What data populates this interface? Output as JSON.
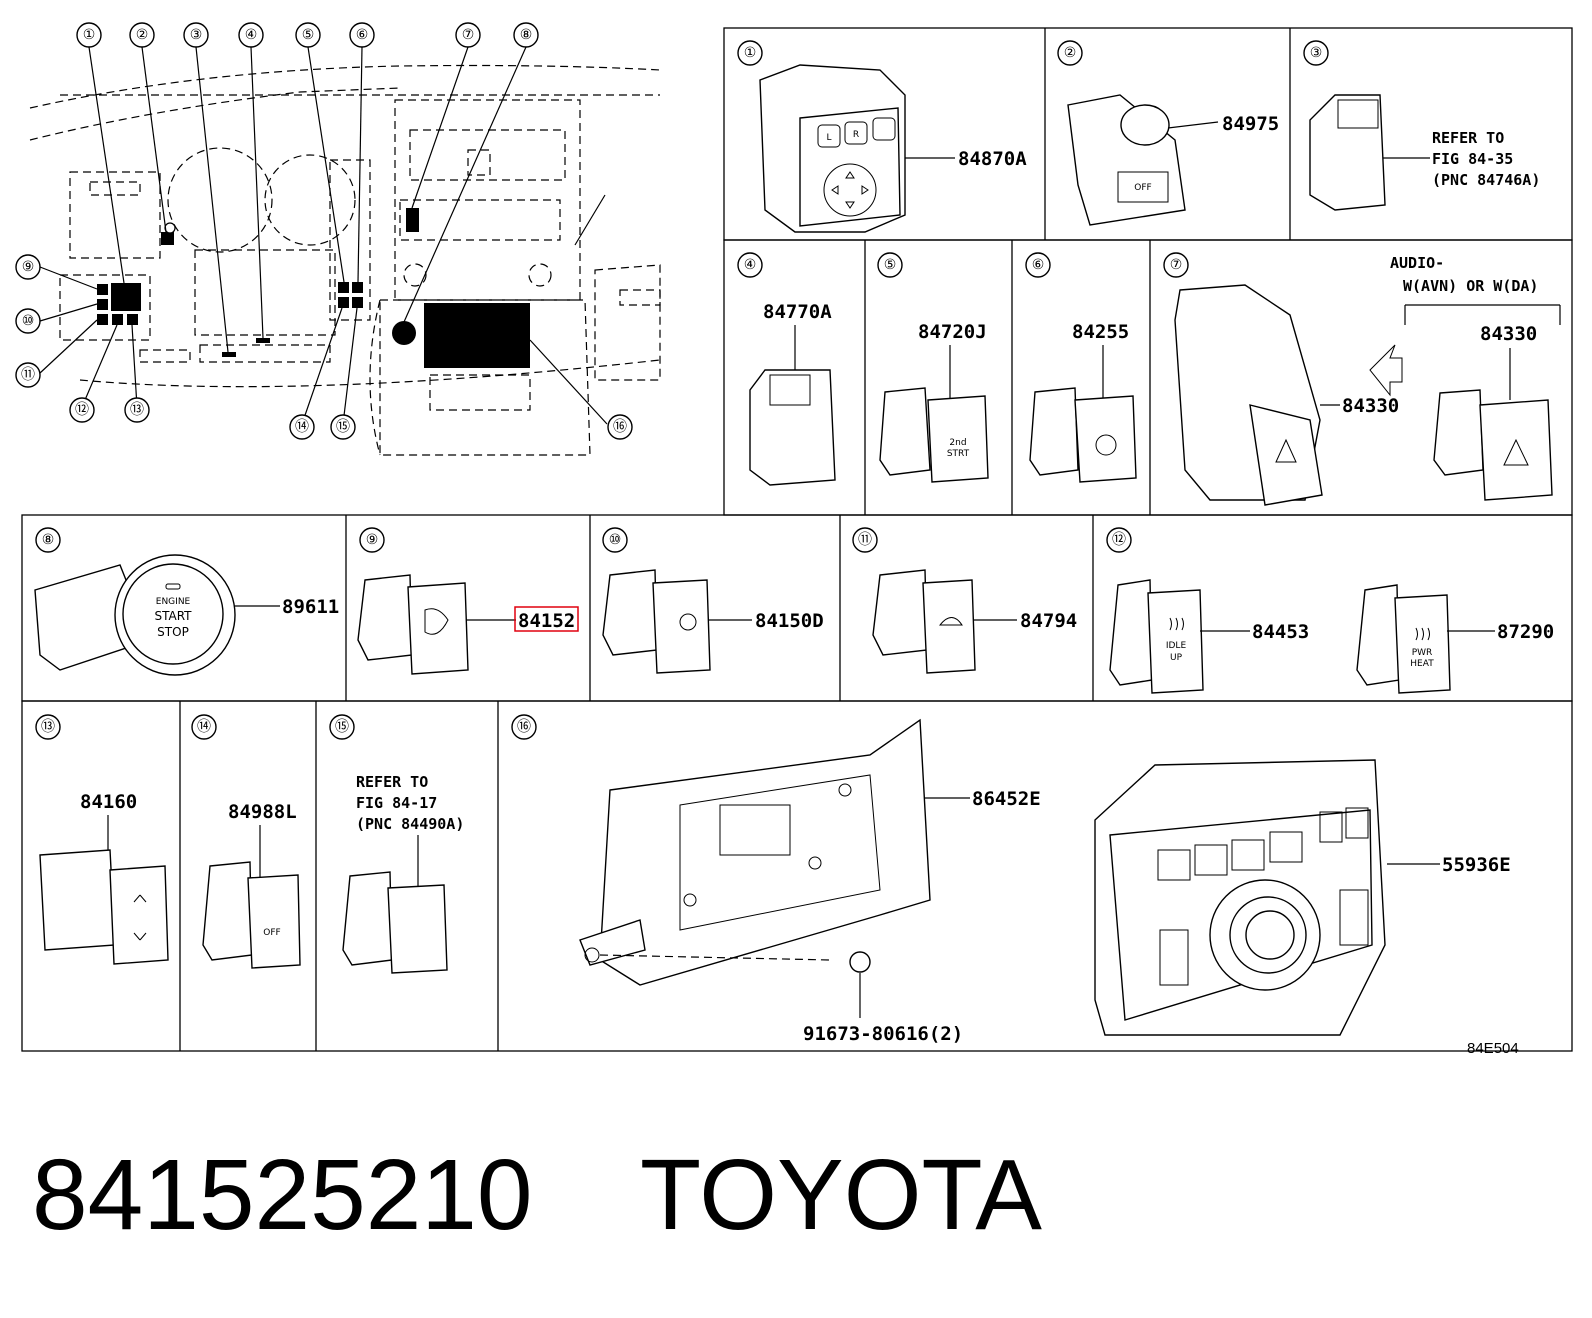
{
  "footer": {
    "part_number": "841525210",
    "brand": "TOYOTA"
  },
  "figure_code": "84E504",
  "callouts": {
    "c1": "①",
    "c2": "②",
    "c3": "③",
    "c4": "④",
    "c5": "⑤",
    "c6": "⑥",
    "c7": "⑦",
    "c8": "⑧",
    "c9": "⑨",
    "c10": "⑩",
    "c11": "⑪",
    "c12": "⑫",
    "c13": "⑬",
    "c14": "⑭",
    "c15": "⑮",
    "c16": "⑯"
  },
  "parts": {
    "p1": "84870A",
    "p2": "84975",
    "p4": "84770A",
    "p5": "84720J",
    "p6": "84255",
    "p7a": "84330",
    "p7b": "84330",
    "p8": "89611",
    "p9": "84152",
    "p10": "84150D",
    "p11": "84794",
    "p12a": "84453",
    "p12b": "87290",
    "p13": "84160",
    "p14": "84988L",
    "p16a": "86452E",
    "p16b": "55936E",
    "p16c": "91673-80616(2)"
  },
  "notes": {
    "refer3_l1": "REFER TO",
    "refer3_l2": "FIG 84-35",
    "refer3_l3": "(PNC 84746A)",
    "refer15_l1": "REFER TO",
    "refer15_l2": "FIG 84-17",
    "refer15_l3": "(PNC 84490A)",
    "audio_l1": "AUDIO-",
    "audio_l2": "W(AVN) OR W(DA)"
  },
  "button_labels": {
    "engine": "ENGINE",
    "start": "START",
    "stop": "STOP",
    "second": "2nd",
    "strt": "STRT",
    "idle": "IDLE",
    "up": "UP",
    "pwr": "PWR",
    "heat": "HEAT",
    "off": "OFF",
    "p_l": "L",
    "p_r": "R"
  },
  "colors": {
    "highlight": "#e0000f",
    "line": "#000000"
  }
}
